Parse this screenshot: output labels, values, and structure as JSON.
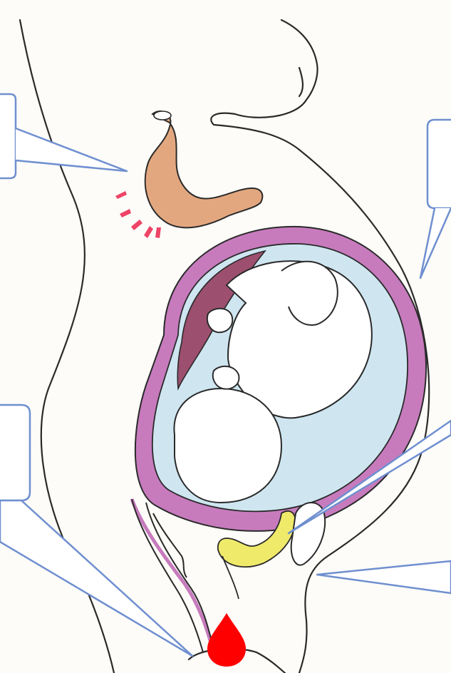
{
  "palette": {
    "paper": "#fdfcf8",
    "ink": "#2a2a2a",
    "callout_stroke": "#6f8fd0",
    "callout_fill": "#ffffff",
    "uterus": "#c77bbd",
    "uterus_inner": "#d89ad0",
    "placenta": "#9c4f6e",
    "amniotic_fluid": "#cfe6f1",
    "stomach": "#e3a77f",
    "colon": "#f0ea6b",
    "blood_drop": "#ff0000",
    "pain_marks": "#ee4466"
  },
  "callouts": [
    {
      "id": "callout-top-left",
      "text": ""
    },
    {
      "id": "callout-top-right",
      "text": ""
    },
    {
      "id": "callout-middle-left",
      "text": ""
    },
    {
      "id": "callout-right-middle",
      "text": ""
    },
    {
      "id": "callout-bottom-right",
      "text": ""
    }
  ],
  "icons": [
    "stomach-icon",
    "pain-marks-icon",
    "uterus-icon",
    "placenta-icon",
    "fetus-icon",
    "colon-icon",
    "blood-drop-icon",
    "pubic-bone-icon"
  ]
}
